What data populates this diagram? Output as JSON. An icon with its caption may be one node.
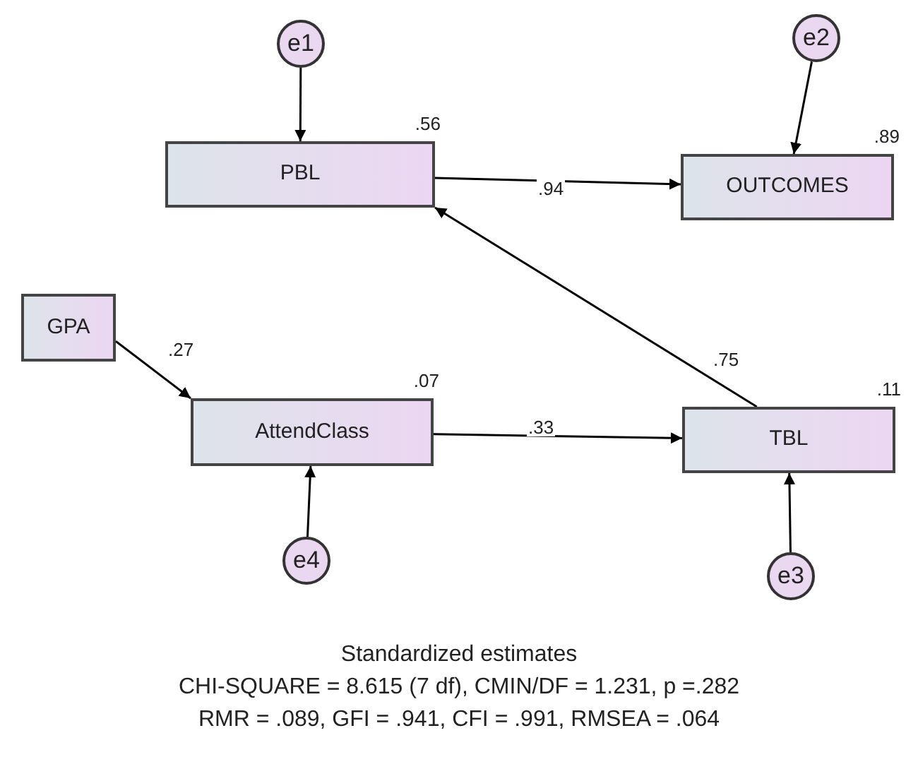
{
  "diagram": {
    "nodes": [
      {
        "text": [
          "e1"
        ]
      },
      {
        "text": [
          "e2"
        ]
      },
      {
        "text": [
          "PBL"
        ],
        "beside": [
          ".56"
        ]
      },
      {
        "text": [
          "OUTCOMES"
        ],
        "beside": [
          ".89"
        ]
      },
      {
        "text": [
          "GPA"
        ]
      },
      {
        "text": [
          "AttendClass"
        ],
        "beside": [
          ".07"
        ]
      },
      {
        "text": [
          "TBL"
        ],
        "beside": [
          ".11"
        ]
      },
      {
        "text": [
          "e4"
        ]
      },
      {
        "text": [
          "e3"
        ]
      }
    ],
    "edges": [
      {
        "from": 0,
        "to": 2,
        "arrow": "to"
      },
      {
        "from": 1,
        "to": 3,
        "arrow": "to"
      },
      {
        "from": 2,
        "to": 3,
        "arrow": "to",
        "label": ".94"
      },
      {
        "from": 4,
        "to": 5,
        "arrow": "to",
        "label": ".27"
      },
      {
        "from": 5,
        "to": 6,
        "arrow": "to",
        "label": ".33"
      },
      {
        "from": 6,
        "to": 2,
        "arrow": "to",
        "label": ".75"
      },
      {
        "from": 7,
        "to": 5,
        "arrow": "to"
      },
      {
        "from": 8,
        "to": 6,
        "arrow": "to"
      }
    ],
    "labels": [
      "Standardized estimates",
      "CHI-SQUARE = 8.615 (7 df), CMIN/DF = 1.231, p =.282",
      "RMR = .089, GFI = .941, CFI = .991, RMSEA = .064"
    ]
  }
}
